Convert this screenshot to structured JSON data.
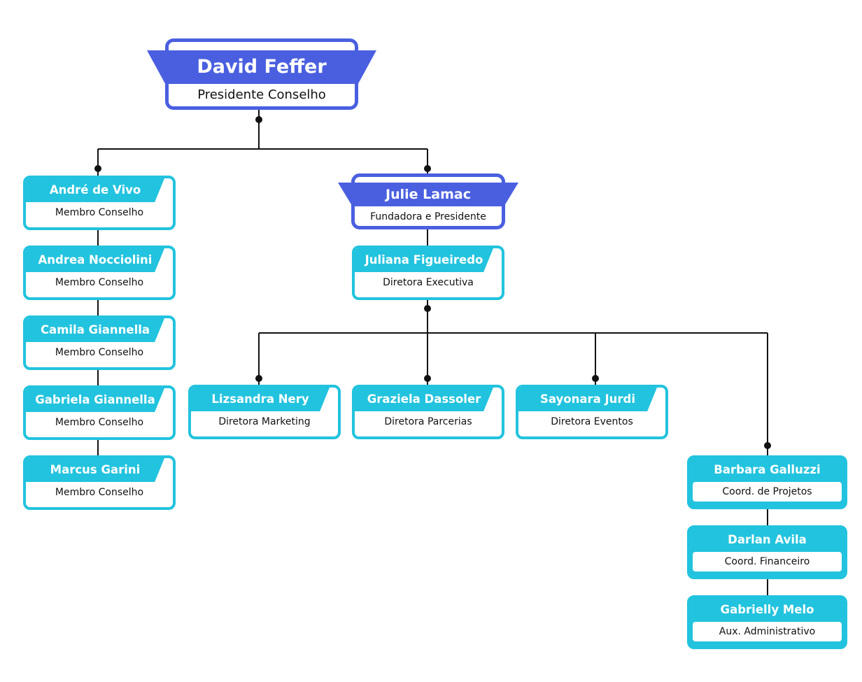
{
  "top": {
    "name": "David Feffer",
    "role": "Presidente Conselho"
  },
  "founder": {
    "name": "Julie Lamac",
    "role": "Fundadora e Presidente"
  },
  "executive": {
    "name": "Juliana Figueiredo",
    "role": "Diretora Executiva"
  },
  "council": [
    {
      "name": "André de Vivo",
      "role": "Membro Conselho"
    },
    {
      "name": "Andrea Nocciolini",
      "role": "Membro Conselho"
    },
    {
      "name": "Camila Giannella",
      "role": "Membro Conselho"
    },
    {
      "name": "Gabriela Giannella",
      "role": "Membro Conselho"
    },
    {
      "name": "Marcus Garini",
      "role": "Membro Conselho"
    }
  ],
  "directors": [
    {
      "name": "Lizsandra Nery",
      "role": "Diretora Marketing"
    },
    {
      "name": "Graziela Dassoler",
      "role": "Diretora Parcerias"
    },
    {
      "name": "Sayonara Jurdi",
      "role": "Diretora Eventos"
    }
  ],
  "coordinators": [
    {
      "name": "Barbara Galluzzi",
      "role": "Coord. de Projetos"
    },
    {
      "name": "Darlan Avila",
      "role": "Coord. Financeiro"
    },
    {
      "name": "Gabrielly Melo",
      "role": "Aux. Administrativo"
    }
  ],
  "colors": {
    "primary_blue": "#4a5fe0",
    "cyan": "#22c3de",
    "connector": "#111111"
  }
}
